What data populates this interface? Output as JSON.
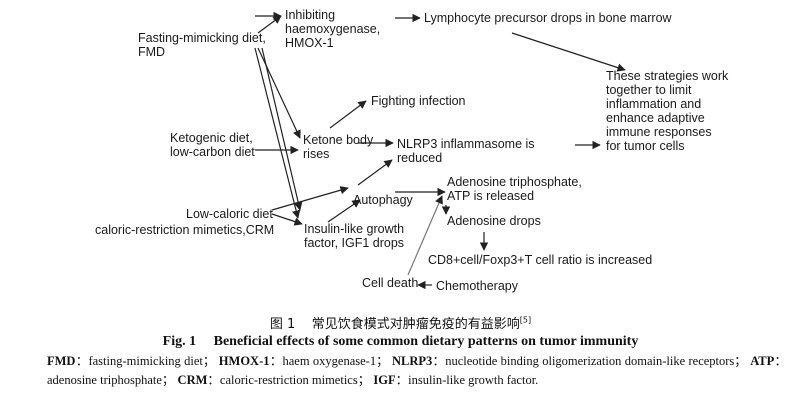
{
  "diagram": {
    "nodes": {
      "fmd": "Fasting-mimicking diet,\nFMD",
      "hmox": "Inhibiting\nhaemoxygenase,\nHMOX-1",
      "lymph": "Lymphocyte precursor drops in bone marrow",
      "strategies": "These strategies work\ntogether to limit\ninflammation and\nenhance adaptive\nimmune responses\nfor tumor cells",
      "fighting": "Fighting infection",
      "keto_diet": "Ketogenic diet,\nlow-carbon diet",
      "ketone": "Ketone body\nrises",
      "nlrp3": "NLRP3 inflammasome is\nreduced",
      "atp": "Adenosine triphosphate,\nATP is released",
      "autophagy": "Autophagy",
      "low_caloric": "Low-caloric diet",
      "crm": "caloric-restriction mimetics,CRM",
      "igf": "Insulin-like growth\nfactor, IGF1 drops",
      "adenosine": "Adenosine drops",
      "cd8": "CD8+cell/Foxp3+T cell ratio is increased",
      "cell_death": "Cell death",
      "chemo": "Chemotherapy"
    }
  },
  "caption": {
    "figure_cn_label": "图 1",
    "figure_cn_text": "常见饮食模式对肿瘤免疫的有益影响",
    "figure_cn_ref": "[5]",
    "figure_en_label": "Fig. 1",
    "figure_en_text": "Beneficial effects of some common dietary patterns on tumor immunity"
  },
  "abbreviations": [
    {
      "abbr": "FMD",
      "full": "fasting-mimicking diet"
    },
    {
      "abbr": "HMOX-1",
      "full": "haem oxygenase-1"
    },
    {
      "abbr": "NLRP3",
      "full": "nucleotide binding oligomerization domain-like receptors"
    },
    {
      "abbr": "ATP",
      "full": "adenosine triphosphate"
    },
    {
      "abbr": "CRM",
      "full": "caloric-restriction mimetics"
    },
    {
      "abbr": "IGF",
      "full": "insulin-like growth factor."
    }
  ]
}
